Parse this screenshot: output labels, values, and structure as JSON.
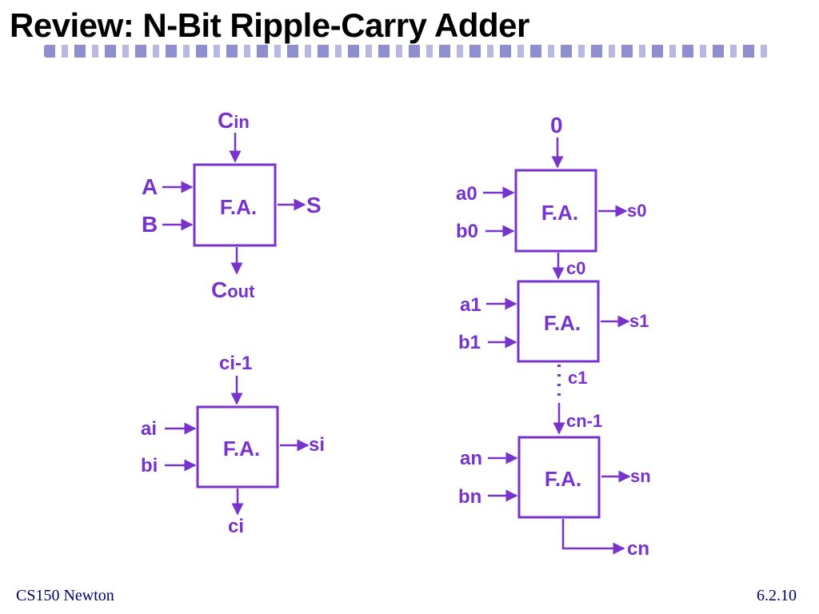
{
  "slide": {
    "title": "Review: N-Bit Ripple-Carry Adder",
    "footer_left": "CS150 Newton",
    "footer_right": "6.2.10"
  },
  "colors": {
    "diagram": "#7733cc",
    "title": "#000000",
    "footer": "#000066"
  },
  "diagram1": {
    "block": "F.A.",
    "carry_in": "Cin",
    "carry_in_main": "C",
    "carry_in_sub": "in",
    "in_a": "A",
    "in_b": "B",
    "out_s": "S",
    "carry_out_main": "C",
    "carry_out_sub": "out"
  },
  "diagram2": {
    "block": "F.A.",
    "carry_in": "ci-1",
    "in_a": "ai",
    "in_b": "bi",
    "out_s": "si",
    "carry_out": "ci"
  },
  "ripple": {
    "carry_zero": "0",
    "stage0": {
      "block": "F.A.",
      "in_a": "a0",
      "in_b": "b0",
      "out_s": "s0",
      "carry": "c0"
    },
    "stage1": {
      "block": "F.A.",
      "in_a": "a1",
      "in_b": "b1",
      "out_s": "s1",
      "carry": "c1"
    },
    "carry_mid": "cn-1",
    "stageN": {
      "block": "F.A.",
      "in_a": "an",
      "in_b": "bn",
      "out_s": "sn",
      "carry": "cn"
    }
  }
}
